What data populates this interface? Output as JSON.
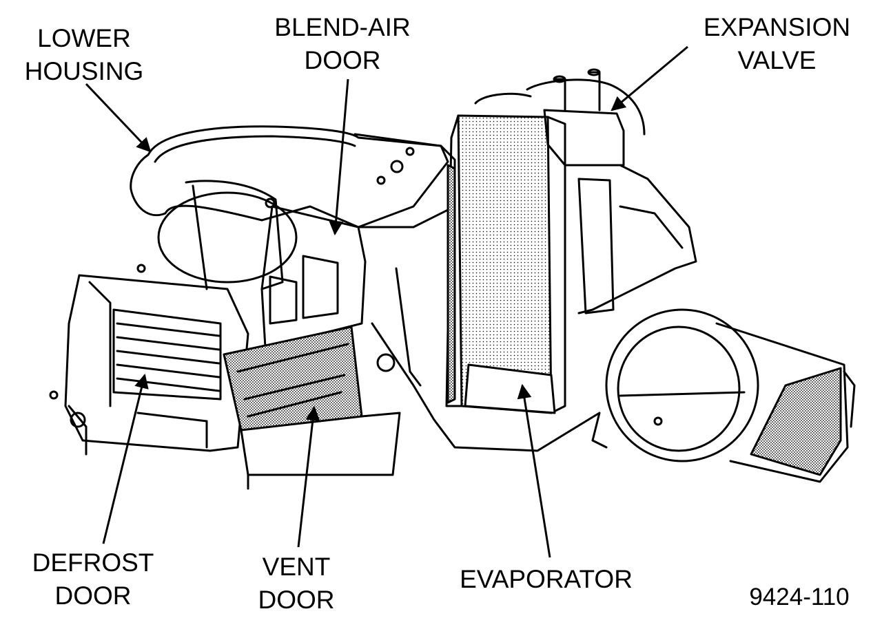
{
  "figure_id": "9424-110",
  "labels": {
    "lower_housing": [
      "LOWER",
      "HOUSING"
    ],
    "blend_air_door": [
      "BLEND-AIR",
      "DOOR"
    ],
    "expansion_valve": [
      "EXPANSION",
      "VALVE"
    ],
    "defrost_door": [
      "DEFROST",
      "DOOR"
    ],
    "vent_door": [
      "VENT",
      "DOOR"
    ],
    "evaporator": [
      "EVAPORATOR"
    ]
  },
  "colors": {
    "ink": "#000000",
    "paper": "#ffffff",
    "shade": "#9a9a9a"
  }
}
